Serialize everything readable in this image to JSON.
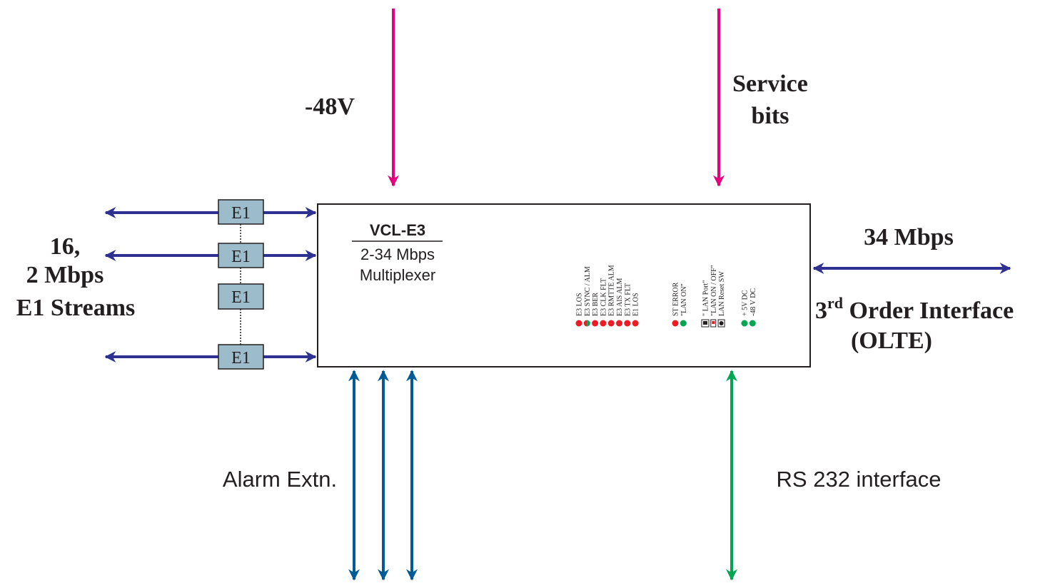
{
  "labels": {
    "top_left_voltage": "-48V",
    "service_line1": "Service",
    "service_line2": "bits",
    "left_line1": "16,",
    "left_line2": "2 Mbps",
    "left_line3": "E1 Streams",
    "right_rate": "34 Mbps",
    "right_order_main": "3",
    "right_order_sup": "rd",
    "right_order_rest": " Order Interface",
    "right_olte": "(OLTE)",
    "alarm_extn": "Alarm Extn.",
    "rs232": "RS 232 interface"
  },
  "device": {
    "name": "VCL-E3",
    "line2": "2-34 Mbps",
    "line3": "Multiplexer"
  },
  "e1_boxes": [
    "E1",
    "E1",
    "E1",
    "E1"
  ],
  "led_groups": [
    {
      "labels": [
        "E3 LOS",
        "E3 SYNC / ALM",
        "E3 BER",
        "E3 CLK FLT",
        "E3 RMTTE ALM",
        "E3 AIS ALM",
        "E3 TX FLT",
        "E1 LOS"
      ],
      "leds": [
        "red",
        "red-green",
        "red",
        "red",
        "red",
        "red",
        "red",
        "red"
      ]
    },
    {
      "labels": [
        "ST ERROR",
        "\"LAN ON\""
      ],
      "leds": [
        "red",
        "green"
      ]
    },
    {
      "labels": [
        "\" LAN Port\"",
        "\"LAN ON / OFF\"",
        "LAN Reset SW"
      ],
      "leds": [
        "port",
        "switch",
        "reset"
      ]
    },
    {
      "labels": [
        "+ 5V DC",
        "-48 V DC"
      ],
      "leds": [
        "green",
        "green"
      ]
    }
  ],
  "colors": {
    "magenta_arrow": "#e6007e",
    "navy_arrow": "#2e3192",
    "blue_arrow": "#005b96",
    "green_arrow": "#00a651",
    "e1_fill": "#9cbccb",
    "led_red": "#ed1c24",
    "led_green": "#00a651",
    "text": "#231f20"
  }
}
